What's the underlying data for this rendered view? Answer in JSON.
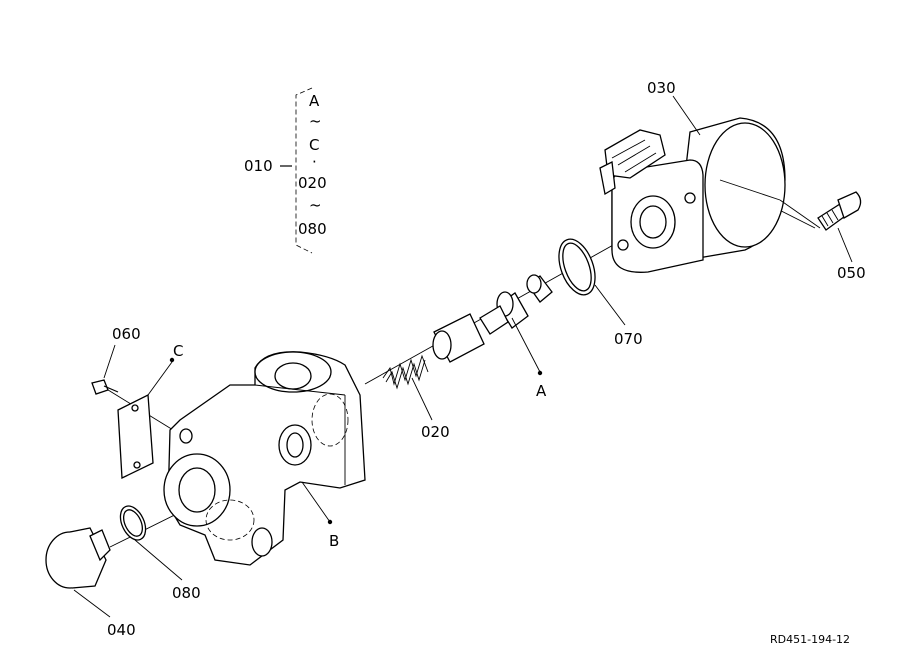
{
  "bracket": {
    "lines": [
      "A",
      "~",
      "C",
      "·",
      "020",
      "~",
      "080"
    ],
    "assembly_label": "010"
  },
  "callouts": {
    "p030": "030",
    "p050": "050",
    "p070": "070",
    "p060": "060",
    "pC": "C",
    "pA": "A",
    "p020": "020",
    "pB": "B",
    "p080": "080",
    "p040": "040"
  },
  "drawing_number": "RD451-194-12"
}
